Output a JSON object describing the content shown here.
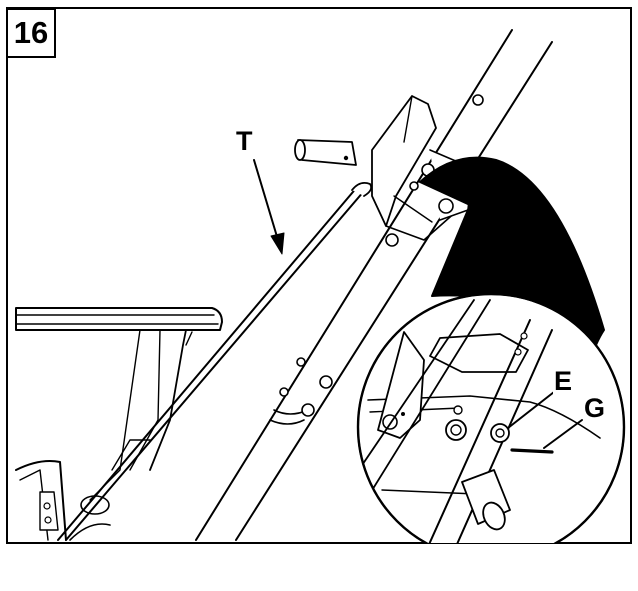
{
  "figure": {
    "step_number": "16",
    "callouts": {
      "t": "T",
      "e": "E",
      "g": "G"
    },
    "colors": {
      "ink": "#000000",
      "paper": "#ffffff",
      "shade": "#d9d9d9"
    }
  }
}
